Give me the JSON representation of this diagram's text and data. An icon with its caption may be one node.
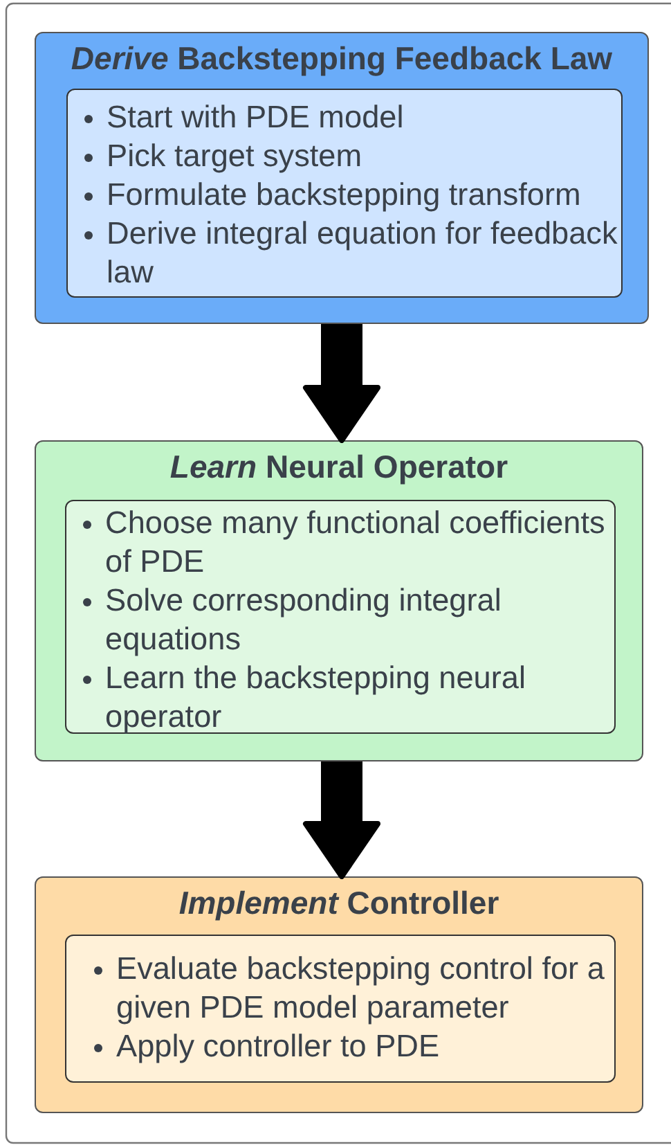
{
  "diagram": {
    "nodes": [
      {
        "text": [
          "*Derive* Backstepping Feedback Law"
        ]
      },
      {
        "text": [
          "Start with PDE model",
          "Pick target system",
          "Formulate backstepping transform",
          "Derive integral equation for feedback law"
        ],
        "in": 0
      },
      {
        "text": [
          "*Learn* Neural Operator"
        ]
      },
      {
        "text": [
          "Choose many functional coefficients of PDE",
          "Solve corresponding integral equations",
          "Learn the backstepping neural operator"
        ],
        "in": 2
      },
      {
        "text": [
          "*Implement* Controller"
        ]
      },
      {
        "text": [
          "Evaluate backstepping control for a given PDE model parameter",
          "Apply controller to PDE"
        ],
        "in": 4
      }
    ],
    "edges": [
      {
        "from": 0,
        "to": 2,
        "arrow": "to"
      },
      {
        "from": 2,
        "to": 4,
        "arrow": "to"
      }
    ]
  }
}
